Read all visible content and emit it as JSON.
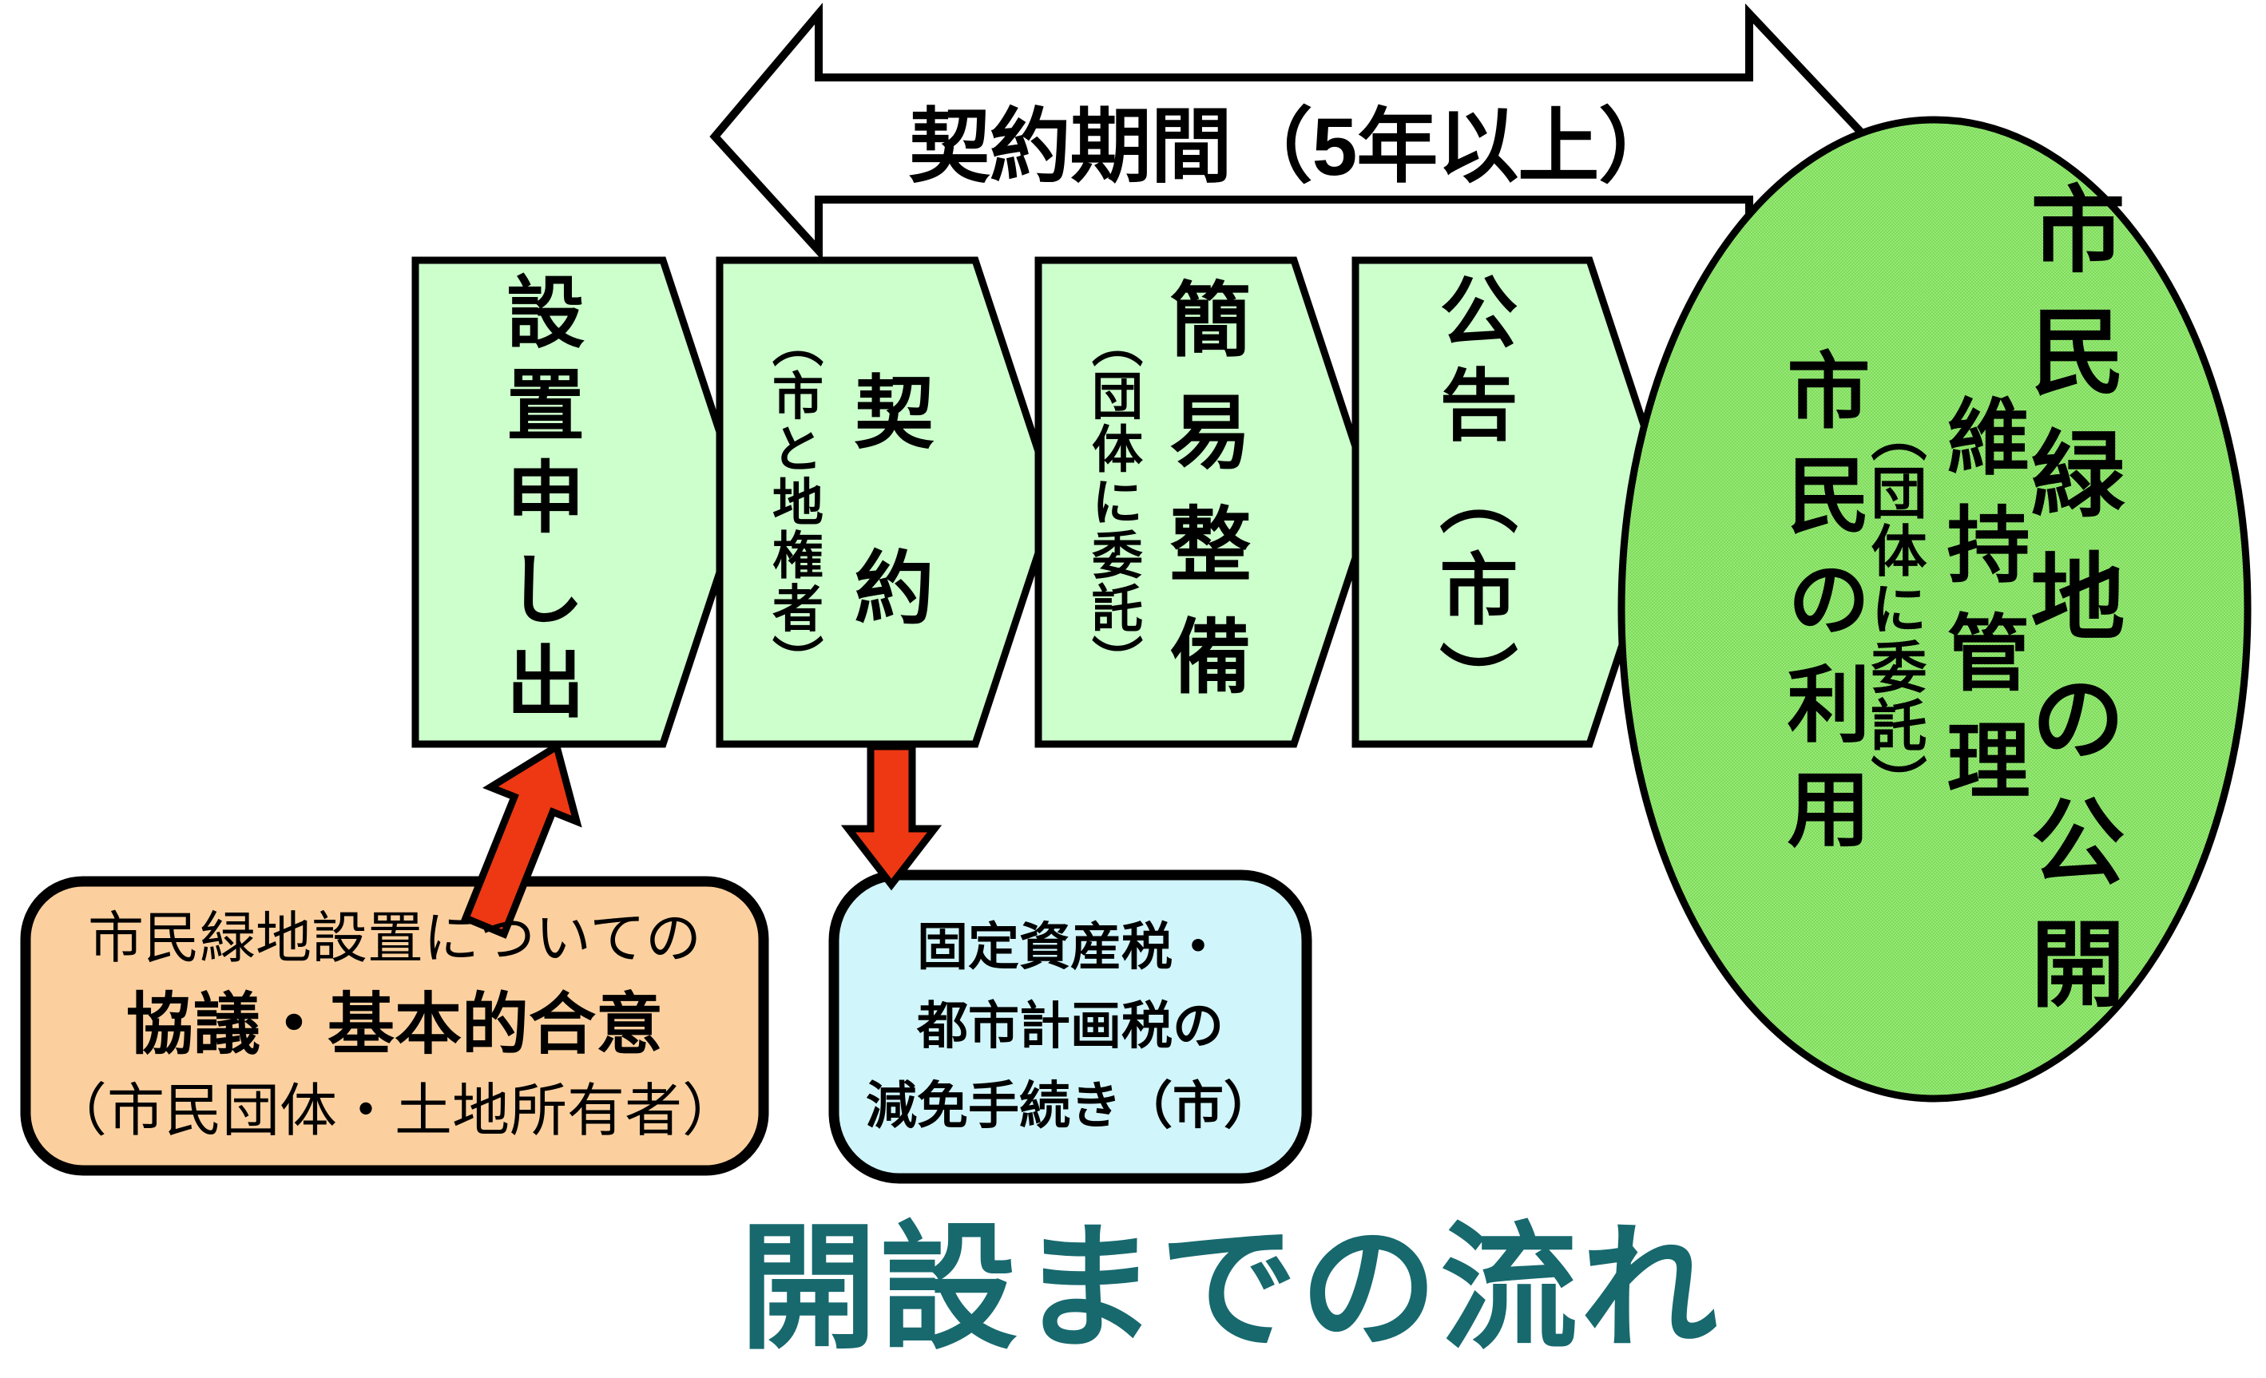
{
  "title": {
    "text": "開設までの流れ",
    "color": "#17696E"
  },
  "period_arrow": {
    "label": "契約期間（5年以上）"
  },
  "steps": [
    {
      "id": "application",
      "main": "設置申し出",
      "sub": ""
    },
    {
      "id": "contract",
      "main": "契　約",
      "sub": "（市と地権者）"
    },
    {
      "id": "simple-maintenance",
      "main": "簡易整備",
      "sub": "（団体に委託）"
    },
    {
      "id": "public-notice",
      "main": "公告（市）",
      "sub": ""
    }
  ],
  "result_ellipse": {
    "col1": "市民緑地の公開",
    "col2": "維持管理",
    "col2_sub": "（団体に委託）",
    "col3": "市民の利用"
  },
  "agreement_note": {
    "line1": "市民緑地設置についての",
    "line2": "協議・基本的合意",
    "line3": "（市民団体・土地所有者）"
  },
  "tax_note": {
    "line1": "固定資産税・",
    "line2": "都市計画税の",
    "line3": "減免手続き（市）"
  },
  "colors": {
    "chevron_fill": "#CCFFCC",
    "ellipse_fill": "#8CE369",
    "agreement_fill": "#FCD09E",
    "tax_fill": "#D0F5FA",
    "red_arrow": "#ED3813",
    "outline": "#000000",
    "big_arrow_fill": "#FFFFFF",
    "title_teal": "#17696E"
  }
}
